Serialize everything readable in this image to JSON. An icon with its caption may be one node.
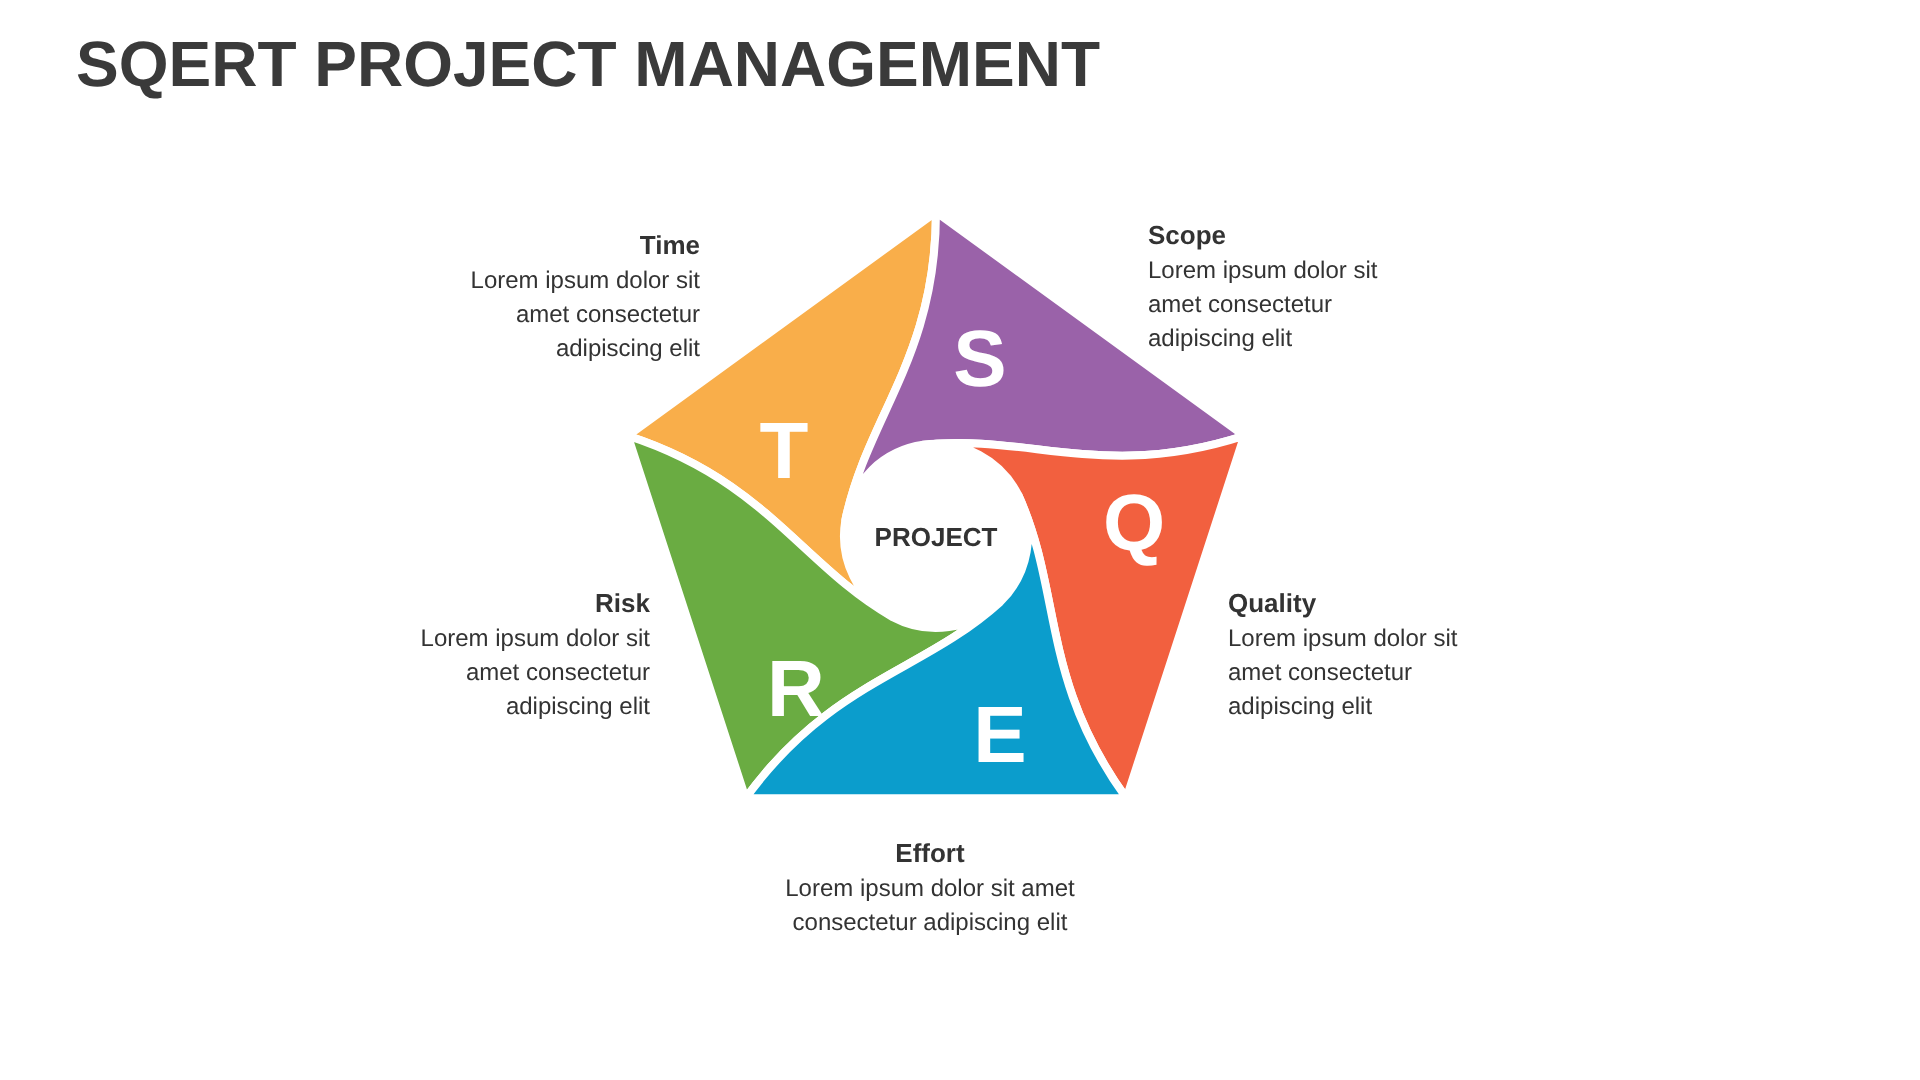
{
  "diagram": {
    "title": "SQERT PROJECT MANAGEMENT",
    "nodes": [
      {
        "text": [
          "T"
        ],
        "beside": [
          "Time",
          "Lorem ipsum dolor sit amet consectetur adipiscing elit"
        ]
      },
      {
        "text": [
          "S"
        ],
        "beside": [
          "Scope",
          "Lorem ipsum dolor sit amet consectetur adipiscing elit"
        ]
      },
      {
        "text": [
          "Q"
        ],
        "beside": [
          "Quality",
          "Lorem ipsum dolor sit amet consectetur adipiscing elit"
        ]
      },
      {
        "text": [
          "PROJECT"
        ]
      },
      {
        "text": [
          "R"
        ],
        "beside": [
          "Risk",
          "Lorem ipsum dolor sit amet consectetur adipiscing elit"
        ]
      },
      {
        "text": [
          "E"
        ],
        "beside": [
          "Effort",
          "Lorem ipsum dolor sit amet consectetur adipiscing elit"
        ]
      }
    ]
  }
}
